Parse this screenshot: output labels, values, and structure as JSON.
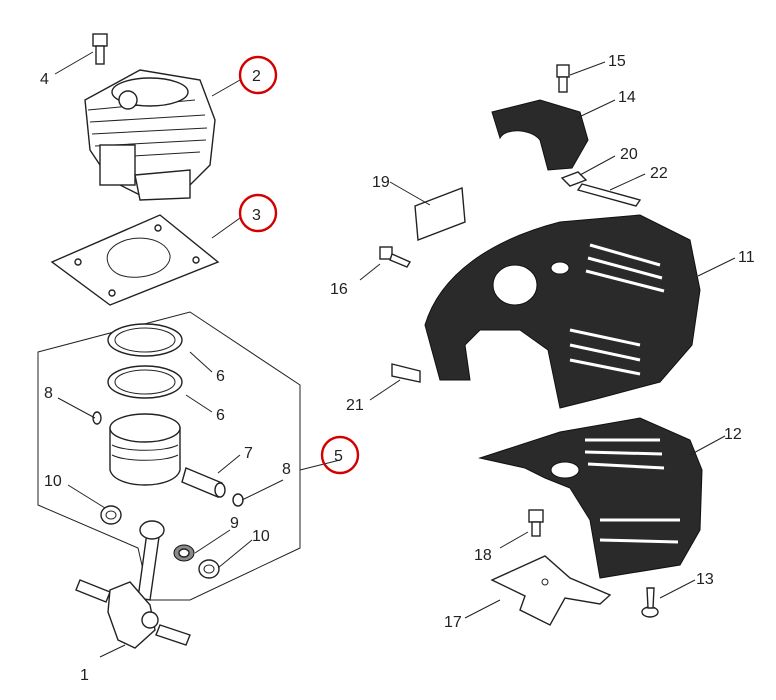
{
  "diagram": {
    "callouts": [
      "1",
      "2",
      "3",
      "4",
      "5",
      "6",
      "6",
      "7",
      "8",
      "8",
      "9",
      "10",
      "10",
      "11",
      "12",
      "13",
      "14",
      "15",
      "16",
      "17",
      "18",
      "19",
      "20",
      "21",
      "22"
    ],
    "highlighted": [
      "2",
      "3",
      "5"
    ],
    "highlight_color": "#d40000"
  }
}
